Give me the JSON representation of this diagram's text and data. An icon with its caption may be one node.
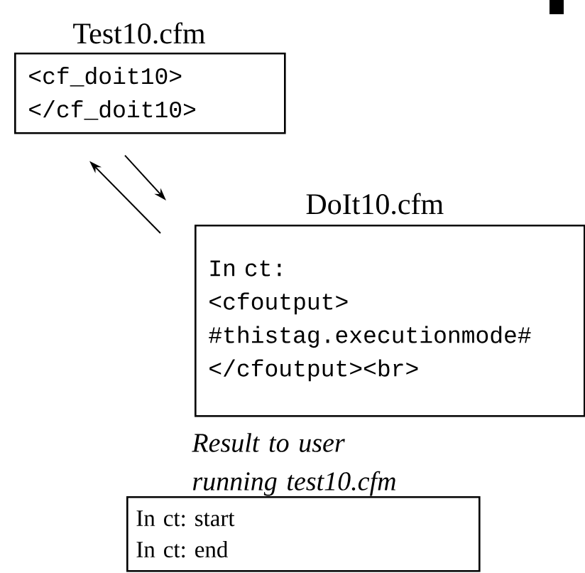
{
  "diagram": {
    "nodes": [
      {
        "text": [
          "Test10.cfm",
          "<cf_doit10>",
          "</cf_doit10>"
        ]
      },
      {
        "text": [
          "DoIt10.cfm",
          "In ct:",
          "<cfoutput>",
          "#thistag.executionmode#",
          "</cfoutput><br>"
        ]
      },
      {
        "text": [
          "Result to user running test10.cfm",
          "In ct: start",
          "In ct: end"
        ]
      }
    ],
    "edges": [
      {
        "from": 1,
        "to": 0,
        "arrow": "to"
      },
      {
        "from": 0,
        "to": 1,
        "arrow": "to"
      }
    ]
  }
}
